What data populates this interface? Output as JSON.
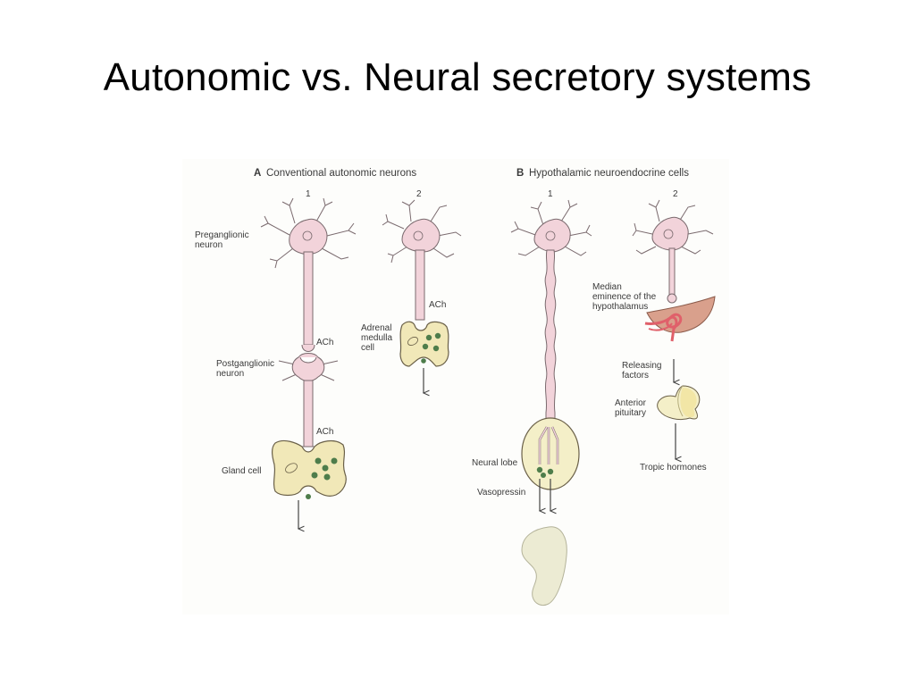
{
  "slide": {
    "title": "Autonomic vs. Neural secretory systems"
  },
  "panel_a": {
    "letter": "A",
    "heading": "Conventional autonomic neurons",
    "col1_number": "1",
    "col2_number": "2",
    "labels": {
      "preganglionic_l1": "Preganglionic",
      "preganglionic_l2": "neuron",
      "ach_1": "ACh",
      "postganglionic_l1": "Postganglionic",
      "postganglionic_l2": "neuron",
      "ach_2": "ACh",
      "gland_cell": "Gland cell",
      "ach_3": "ACh",
      "adrenal_l1": "Adrenal",
      "adrenal_l2": "medulla",
      "adrenal_l3": "cell"
    }
  },
  "panel_b": {
    "letter": "B",
    "heading": "Hypothalamic neuroendocrine cells",
    "col1_number": "1",
    "col2_number": "2",
    "labels": {
      "neural_lobe": "Neural lobe",
      "vasopressin": "Vasopressin",
      "median_l1": "Median",
      "median_l2": "eminence of the",
      "median_l3": "hypothalamus",
      "releasing_l1": "Releasing",
      "releasing_l2": "factors",
      "anterior_l1": "Anterior",
      "anterior_l2": "pituitary",
      "tropic": "Tropic hormones"
    }
  },
  "colors": {
    "neuron_fill": "#f2d3da",
    "neuron_stroke": "#7a6a6e",
    "cell_fill": "#f1e8b8",
    "granule": "#4e7d4b",
    "vessel": "#e0606a",
    "eminence": "#d9a08c",
    "kidney": "#ecebd3"
  }
}
